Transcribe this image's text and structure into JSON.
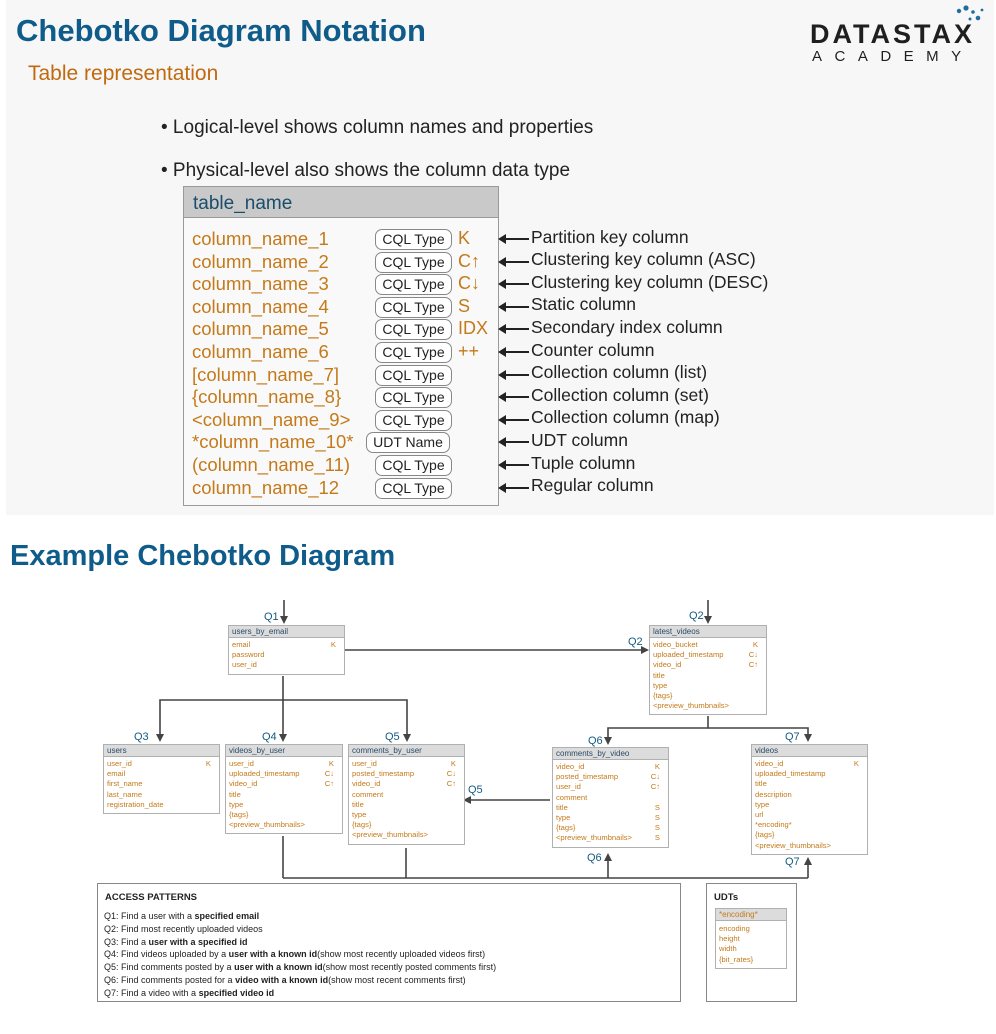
{
  "slide1": {
    "title": "Chebotko Diagram Notation",
    "subtitle": "Table representation",
    "bullets": [
      "• Logical-level shows column names and properties",
      "• Physical-level also shows the column data type"
    ],
    "logo_top": "DATASTAX",
    "logo_bottom": "ACADEMY",
    "table_name": "table_name",
    "rows": [
      {
        "name": "column_name_1",
        "type": "CQL Type",
        "symbol": "K",
        "desc": "Partition key column"
      },
      {
        "name": "column_name_2",
        "type": "CQL Type",
        "symbol": "C↑",
        "desc": "Clustering key column (ASC)"
      },
      {
        "name": "column_name_3",
        "type": "CQL Type",
        "symbol": "C↓",
        "desc": "Clustering key column (DESC)"
      },
      {
        "name": "column_name_4",
        "type": "CQL Type",
        "symbol": "S",
        "desc": "Static column"
      },
      {
        "name": "column_name_5",
        "type": "CQL Type",
        "symbol": "IDX",
        "desc": "Secondary index column"
      },
      {
        "name": "column_name_6",
        "type": "CQL Type",
        "symbol": "++",
        "desc": "Counter column"
      },
      {
        "name": "[column_name_7]",
        "type": "CQL Type",
        "symbol": "",
        "desc": "Collection column (list)"
      },
      {
        "name": "{column_name_8}",
        "type": "CQL Type",
        "symbol": "",
        "desc": "Collection column (set)"
      },
      {
        "name": "<column_name_9>",
        "type": "CQL Type",
        "symbol": "",
        "desc": "Collection column (map)"
      },
      {
        "name": "*column_name_10*",
        "type": "UDT Name",
        "symbol": "",
        "desc": "UDT column"
      },
      {
        "name": "(column_name_11)",
        "type": "CQL Type",
        "symbol": "",
        "desc": "Tuple column"
      },
      {
        "name": "column_name_12",
        "type": "CQL Type",
        "symbol": "",
        "desc": "Regular column"
      }
    ]
  },
  "slide2": {
    "title": "Example Chebotko Diagram",
    "tables": {
      "users_by_email": {
        "name": "users_by_email",
        "rows": [
          [
            "email",
            "K"
          ],
          [
            "password",
            ""
          ],
          [
            "user_id",
            ""
          ]
        ]
      },
      "latest_videos": {
        "name": "latest_videos",
        "rows": [
          [
            "video_bucket",
            "K"
          ],
          [
            "uploaded_timestamp",
            "C↓"
          ],
          [
            "video_id",
            "C↑"
          ],
          [
            "title",
            ""
          ],
          [
            "type",
            ""
          ],
          [
            "{tags}",
            ""
          ],
          [
            "<preview_thumbnails>",
            ""
          ]
        ]
      },
      "users": {
        "name": "users",
        "rows": [
          [
            "user_id",
            "K"
          ],
          [
            "email",
            ""
          ],
          [
            "first_name",
            ""
          ],
          [
            "last_name",
            ""
          ],
          [
            "registration_date",
            ""
          ]
        ]
      },
      "videos_by_user": {
        "name": "videos_by_user",
        "rows": [
          [
            "user_id",
            "K"
          ],
          [
            "uploaded_timestamp",
            "C↓"
          ],
          [
            "video_id",
            "C↑"
          ],
          [
            "title",
            ""
          ],
          [
            "type",
            ""
          ],
          [
            "{tags}",
            ""
          ],
          [
            "<preview_thumbnails>",
            ""
          ]
        ]
      },
      "comments_by_user": {
        "name": "comments_by_user",
        "rows": [
          [
            "user_id",
            "K"
          ],
          [
            "posted_timestamp",
            "C↓"
          ],
          [
            "video_id",
            "C↑"
          ],
          [
            "comment",
            ""
          ],
          [
            "title",
            ""
          ],
          [
            "type",
            ""
          ],
          [
            "{tags}",
            ""
          ],
          [
            "<preview_thumbnails>",
            ""
          ]
        ]
      },
      "comments_by_video": {
        "name": "comments_by_video",
        "rows": [
          [
            "video_id",
            "K"
          ],
          [
            "posted_timestamp",
            "C↓"
          ],
          [
            "user_id",
            "C↑"
          ],
          [
            "comment",
            ""
          ],
          [
            "title",
            "S"
          ],
          [
            "type",
            "S"
          ],
          [
            "{tags}",
            "S"
          ],
          [
            "<preview_thumbnails>",
            "S"
          ]
        ]
      },
      "videos": {
        "name": "videos",
        "rows": [
          [
            "video_id",
            "K"
          ],
          [
            "uploaded_timestamp",
            ""
          ],
          [
            "title",
            ""
          ],
          [
            "description",
            ""
          ],
          [
            "type",
            ""
          ],
          [
            "url",
            ""
          ],
          [
            "*encoding*",
            ""
          ],
          [
            "{tags}",
            ""
          ],
          [
            "<preview_thumbnails>",
            ""
          ]
        ]
      }
    },
    "queries": {
      "q1": "Q1",
      "q2a": "Q2",
      "q2b": "Q2",
      "q3": "Q3",
      "q4": "Q4",
      "q5a": "Q5",
      "q5b": "Q5",
      "q6a": "Q6",
      "q6b": "Q6",
      "q7a": "Q7",
      "q7b": "Q7"
    },
    "access_patterns": {
      "heading": "ACCESS PATTERNS",
      "lines": [
        [
          [
            "Q1: Find a user with a ",
            false
          ],
          [
            "specified email",
            true
          ]
        ],
        [
          [
            "Q2: Find most recently uploaded videos",
            false
          ]
        ],
        [
          [
            "Q3: Find a ",
            false
          ],
          [
            "user with a specified id",
            true
          ]
        ],
        [
          [
            "Q4: Find videos uploaded by a ",
            false
          ],
          [
            "user with a known id",
            true
          ],
          [
            "(show most recently uploaded videos first)",
            false
          ]
        ],
        [
          [
            "Q5: Find comments posted by a ",
            false
          ],
          [
            "user with a known id",
            true
          ],
          [
            "(show most recently posted comments first)",
            false
          ]
        ],
        [
          [
            "Q6: Find comments posted for a ",
            false
          ],
          [
            "video with a known id",
            true
          ],
          [
            "(show most recent comments first)",
            false
          ]
        ],
        [
          [
            "Q7: Find a video with a ",
            false
          ],
          [
            "specified video id",
            true
          ]
        ]
      ]
    },
    "udts": {
      "heading": "UDTs",
      "name": "*encoding*",
      "rows": [
        "encoding",
        "height",
        "width",
        "{bit_rates}"
      ]
    }
  }
}
